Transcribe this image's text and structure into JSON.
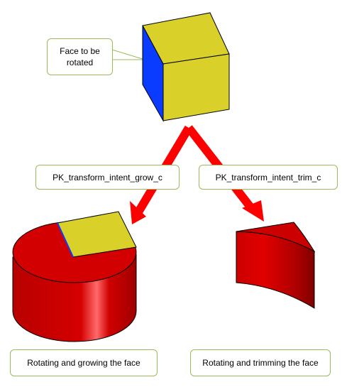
{
  "callouts": {
    "face_to_rotate": "Face to be rotated",
    "grow_intent": "PK_transform_intent_grow_c",
    "trim_intent": "PK_transform_intent_trim_c",
    "grow_result": "Rotating and growing the face",
    "trim_result": "Rotating and trimming the face"
  },
  "colors": {
    "cube_yellow": "#d9d02a",
    "rotated_face_blue": "#0a3cff",
    "solid_red": "#d20000",
    "arrow_red": "#ff0000",
    "callout_border": "#9bbb59"
  }
}
